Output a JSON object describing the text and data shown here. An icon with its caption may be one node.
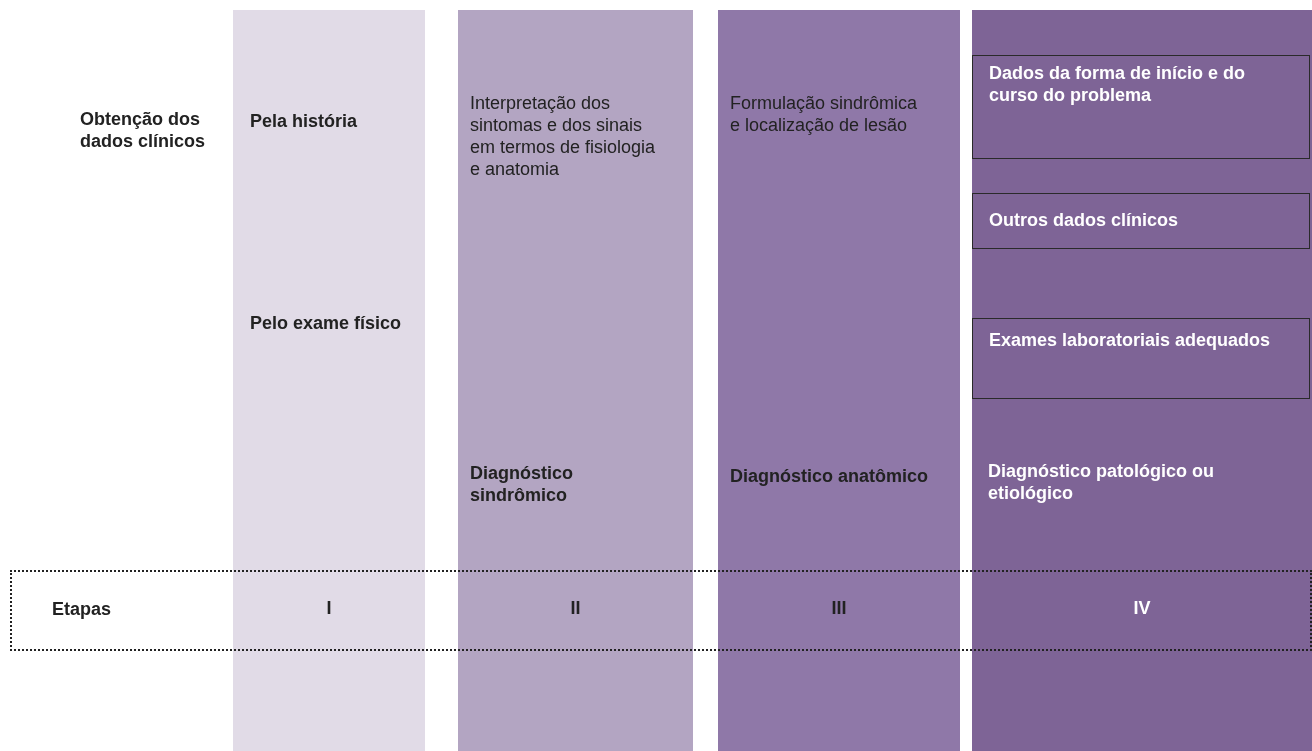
{
  "diagram": {
    "nodes": [
      {
        "text": [
          "Pela história",
          "Pelo exame físico"
        ]
      },
      {
        "text": [
          "Interpretação dos sintomas e dos sinais em termos de fisiologia e anatomia",
          "Diagnóstico sindrômico"
        ]
      },
      {
        "text": [
          "Formulação sindrômica e localização de lesão",
          "Diagnóstico anatômico"
        ]
      },
      {
        "text": [
          "Diagnóstico patológico ou etiológico"
        ]
      },
      {
        "text": [
          "Dados da forma de início e do curso do problema"
        ],
        "in": 3
      },
      {
        "text": [
          "Outros dados clínicos"
        ],
        "in": 3
      },
      {
        "text": [
          "Exames laboratoriais adequados"
        ],
        "in": 3
      },
      {
        "text": [
          "Etapas"
        ]
      }
    ],
    "labels": [
      "Obtenção dos dados clínicos",
      "I",
      "II",
      "III",
      "IV"
    ]
  }
}
